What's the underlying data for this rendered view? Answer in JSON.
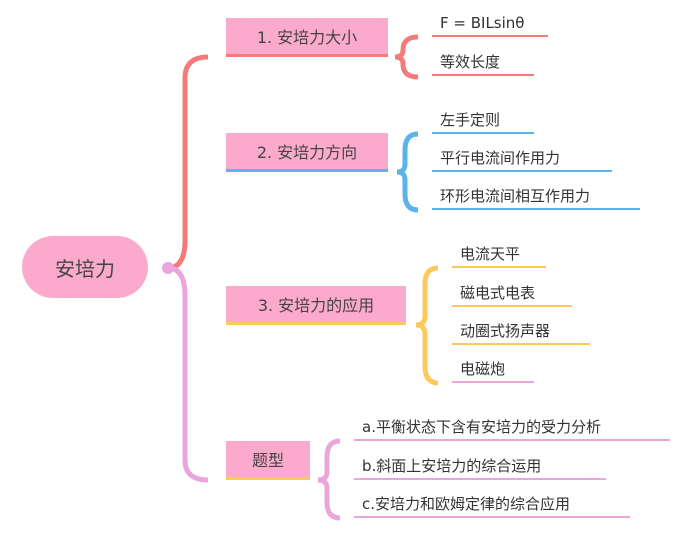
{
  "root": {
    "label": "安培力"
  },
  "colors": {
    "node": "#fbaacb",
    "red": "#f77a7a",
    "blue": "#5ab4ea",
    "yellow": "#fdc95a",
    "pink": "#eaa5dc"
  },
  "branches": [
    {
      "label": "1. 安培力大小",
      "leaves": [
        "F = BILsinθ",
        "等效长度"
      ]
    },
    {
      "label": "2. 安培力方向",
      "leaves": [
        "左手定则",
        "平行电流间作用力",
        "环形电流间相互作用力"
      ]
    },
    {
      "label": "3. 安培力的应用",
      "leaves": [
        "电流天平",
        "磁电式电表",
        "动圈式扬声器",
        "电磁炮"
      ]
    },
    {
      "label": "题型",
      "leaves": [
        "a.平衡状态下含有安培力的受力分析",
        "b.斜面上安培力的综合运用",
        "c.安培力和欧姆定律的综合应用"
      ]
    }
  ]
}
